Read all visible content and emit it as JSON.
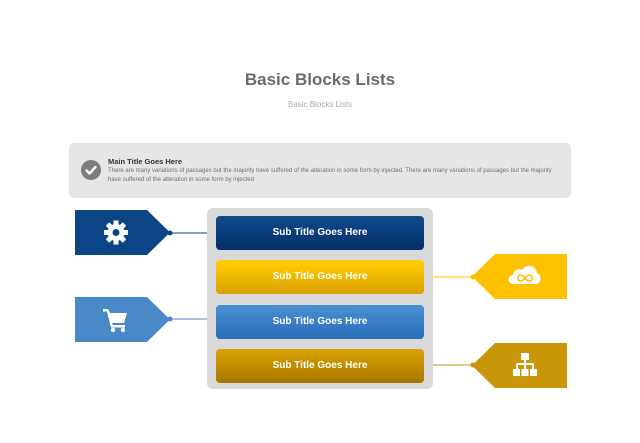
{
  "header": {
    "title": "Basic Blocks Lists",
    "subtitle": "Basic Blocks Lists"
  },
  "info_box": {
    "title": "Main Title Goes Here",
    "text": "There are many variations of passages but the majority have  suffered of the alteration in some form by injected. There are many variations of passages but the majority have  suffered of the alteration in some form by injected",
    "icon": "check-circle-icon"
  },
  "blocks": [
    {
      "label": "Sub Title Goes Here",
      "icon": "gear-icon",
      "color": "#0b4586",
      "side": "left"
    },
    {
      "label": "Sub Title Goes Here",
      "icon": "cloud-infinity-icon",
      "color": "#ffc000",
      "side": "right"
    },
    {
      "label": "Sub Title Goes Here",
      "icon": "shopping-cart-icon",
      "color": "#4a89c8",
      "side": "left"
    },
    {
      "label": "Sub Title Goes Here",
      "icon": "hierarchy-icon",
      "color": "#c9960a",
      "side": "right"
    }
  ]
}
